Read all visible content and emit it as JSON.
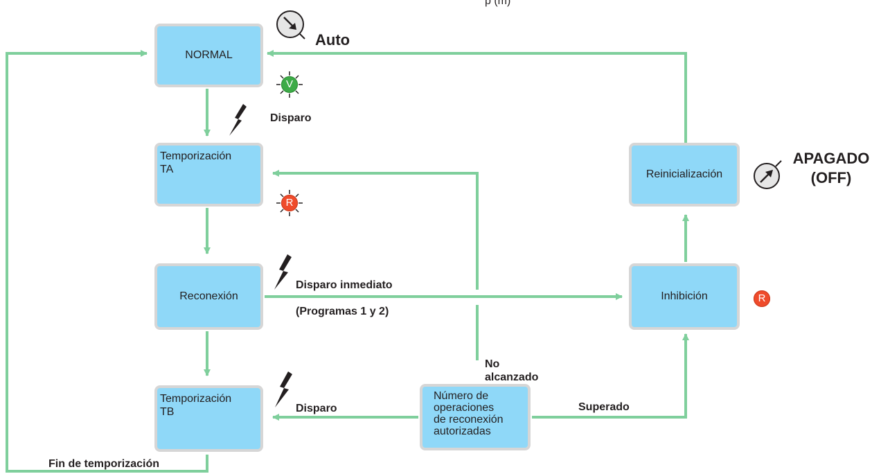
{
  "colors": {
    "connector": "#7fcf9c",
    "state_fill": "#8fd8f8",
    "state_border": "#d6d6d6",
    "led_green": "#3dab47",
    "led_red": "#ef4b2b"
  },
  "header_fragment": "p                                     (m)",
  "states": {
    "normal": "NORMAL",
    "temporizacion_ta": "Temporización\nTA",
    "reconexion": "Reconexión",
    "temporizacion_tb": "Temporización\nTB",
    "numero_operaciones": "Número de\noperaciones\nde reconexión\nautorizadas",
    "inhibicion": "Inhibición",
    "reinicializacion": "Reinicialización"
  },
  "labels": {
    "auto": "Auto",
    "disparo_1": "Disparo",
    "disparo_inmediato": "Disparo inmediato",
    "programas": "(Programas 1 y 2)",
    "no_alcanzado": "No\nalcanzado",
    "disparo_2": "Disparo",
    "superado": "Superado",
    "fin_temporizacion": "Fin de temporización",
    "apagado": "APAGADO",
    "off": "(OFF)"
  },
  "leds": {
    "normal_led": "V",
    "ta_led": "R",
    "inhibicion_led": "R"
  },
  "icons": {
    "auto_dial": "dial-auto-icon",
    "off_dial": "dial-off-icon",
    "lightning": "lightning-icon",
    "hourglass": "hourglass-icon"
  }
}
